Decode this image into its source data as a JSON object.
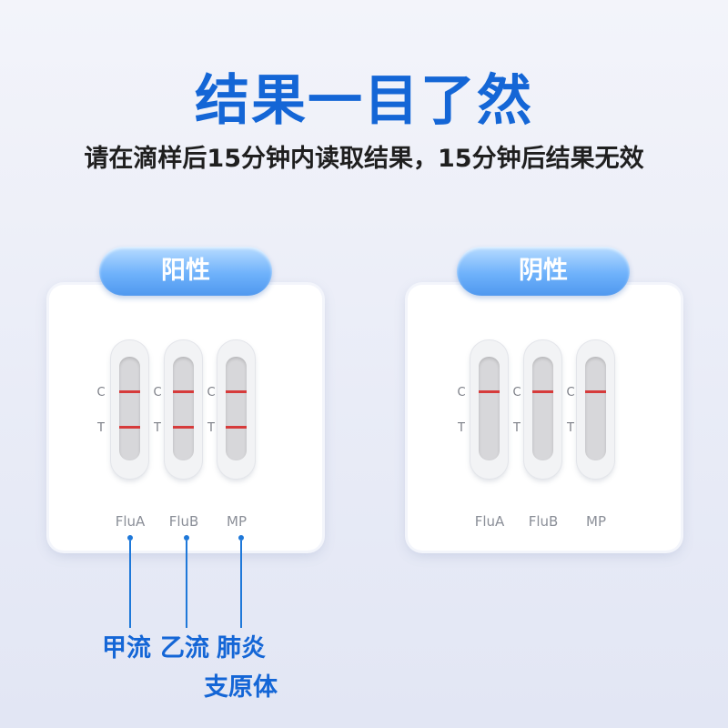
{
  "header": {
    "title": "结果一目了然",
    "subtitle": "请在滴样后15分钟内读取结果，15分钟后结果无效"
  },
  "positive": {
    "label": "阳性",
    "strips": [
      {
        "name": "FluA",
        "c": "C",
        "t": "T",
        "has_t_line": true
      },
      {
        "name": "FluB",
        "c": "C",
        "t": "T",
        "has_t_line": true
      },
      {
        "name": "MP",
        "c": "C",
        "t": "T",
        "has_t_line": true
      }
    ]
  },
  "negative": {
    "label": "阴性",
    "strips": [
      {
        "name": "FluA",
        "c": "C",
        "t": "T",
        "has_t_line": false
      },
      {
        "name": "FluB",
        "c": "C",
        "t": "T",
        "has_t_line": false
      },
      {
        "name": "MP",
        "c": "C",
        "t": "T",
        "has_t_line": false
      }
    ]
  },
  "legend": {
    "flu_a": "甲流",
    "flu_b": "乙流",
    "mp_line1": "肺炎",
    "mp_line2": "支原体"
  },
  "colors": {
    "accent": "#1466d6",
    "test_line": "#d63b3b"
  }
}
